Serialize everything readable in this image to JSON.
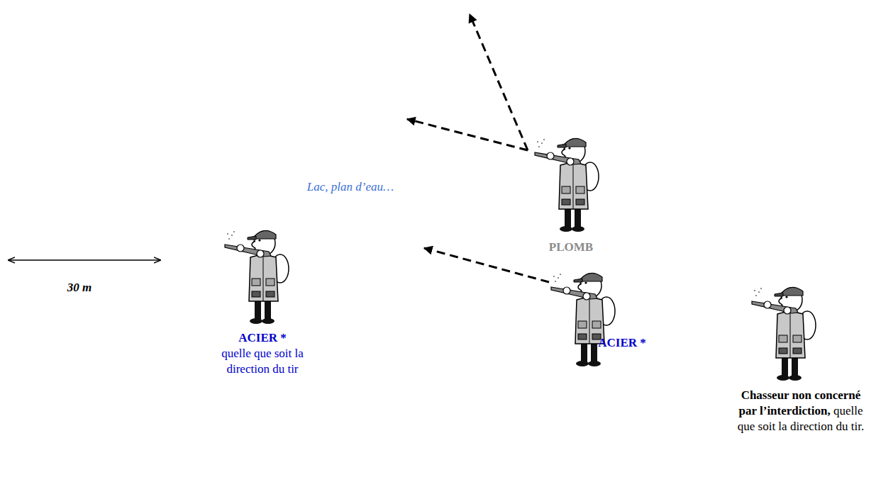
{
  "diagram": {
    "nodes": [
      {
        "text": [
          "Lac, plan d’eau…"
        ]
      }
    ],
    "labels": [
      "30 m",
      "PLOMB",
      "ACIER *",
      "quelle que soit la direction du tir",
      "ACIER *",
      "Chasseur non concerné par l’interdiction,",
      "quelle que soit la direction du tir."
    ]
  }
}
